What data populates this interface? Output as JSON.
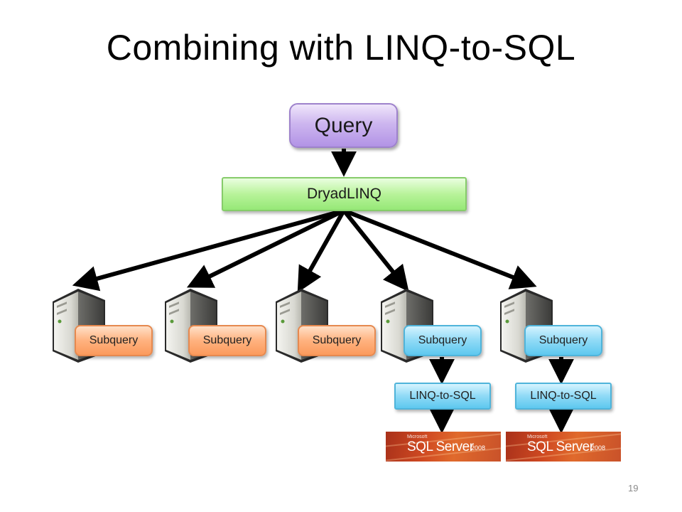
{
  "slide": {
    "title": "Combining with LINQ-to-SQL",
    "page_number": "19"
  },
  "nodes": {
    "query": "Query",
    "dryadlinq": "DryadLINQ",
    "subqueries": [
      "Subquery",
      "Subquery",
      "Subquery",
      "Subquery",
      "Subquery"
    ],
    "linq_to_sql": [
      "LINQ-to-SQL",
      "LINQ-to-SQL"
    ],
    "sql_server_logos": [
      {
        "brand": "Microsoft",
        "product": "SQL Server",
        "version": "2008"
      },
      {
        "brand": "Microsoft",
        "product": "SQL Server",
        "version": "2008"
      }
    ]
  },
  "colors": {
    "query": "#c3a8ec",
    "dryadlinq": "#a8ee88",
    "subquery_local": "#fda56e",
    "subquery_sql": "#7ad3f3",
    "linq_to_sql": "#7ad3f3",
    "sql_banner": "#d04a22",
    "arrow": "#000000"
  }
}
